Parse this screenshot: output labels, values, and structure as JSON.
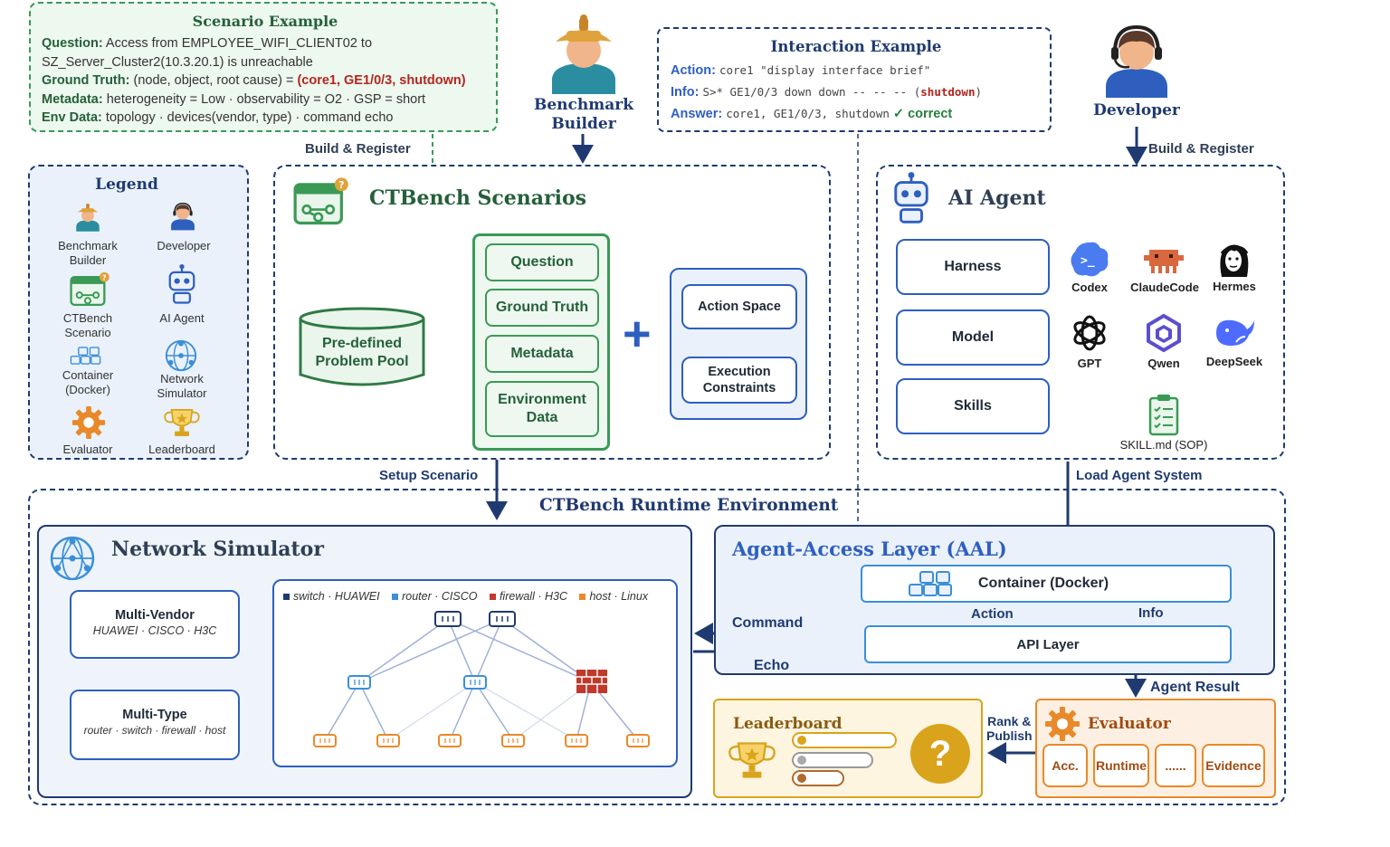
{
  "scenario_example": {
    "title": "Scenario Example",
    "question_key": "Question:",
    "question_text": "Access from EMPLOYEE_WIFI_CLIENT02 to",
    "question_text2": "SZ_Server_Cluster2(10.3.20.1) is unreachable",
    "ground_truth_key": "Ground Truth:",
    "ground_truth_text": "(node, object, root cause) =",
    "ground_truth_value": "(core1, GE1/0/3, shutdown)",
    "metadata_key": "Metadata:",
    "metadata_text": "heterogeneity = Low · observability = O2 · GSP = short",
    "env_key": "Env Data:",
    "env_text": "topology · devices(vendor, type) · command echo"
  },
  "interaction_example": {
    "title": "Interaction Example",
    "action_key": "Action:",
    "action_text": "core1 \"display interface brief\"",
    "info_key": "Info:",
    "info_text": "S>* GE1/0/3 down down -- -- -- (",
    "info_highlight": "shutdown",
    "info_close": ")",
    "answer_key": "Answer:",
    "answer_text": "core1, GE1/0/3, shutdown",
    "answer_check": "✓ correct"
  },
  "actors": {
    "benchmark_builder_line1": "Benchmark",
    "benchmark_builder_line2": "Builder",
    "developer": "Developer"
  },
  "flows": {
    "build_register_left": "Build & Register",
    "build_register_right": "Build & Register",
    "setup_scenario": "Setup Scenario",
    "load_agent_system": "Load Agent System",
    "command": "Command",
    "echo": "Echo",
    "action": "Action",
    "info": "Info",
    "agent_result": "Agent Result",
    "rank_publish_line1": "Rank &",
    "rank_publish_line2": "Publish"
  },
  "legend": {
    "title": "Legend",
    "items": [
      {
        "line1": "Benchmark",
        "line2": "Builder"
      },
      {
        "line1": "Developer",
        "line2": ""
      },
      {
        "line1": "CTBench",
        "line2": "Scenario"
      },
      {
        "line1": "AI Agent",
        "line2": ""
      },
      {
        "line1": "Container",
        "line2": "(Docker)"
      },
      {
        "line1": "Network",
        "line2": "Simulator"
      },
      {
        "line1": "Evaluator",
        "line2": ""
      },
      {
        "line1": "Leaderboard",
        "line2": ""
      }
    ]
  },
  "scenarios": {
    "title": "CTBench Scenarios",
    "pool_line1": "Pre-defined",
    "pool_line2": "Problem Pool",
    "fields": [
      "Question",
      "Ground Truth",
      "Metadata"
    ],
    "env_line1": "Environment",
    "env_line2": "Data",
    "plus": "+",
    "action_space": "Action Space",
    "exec_line1": "Execution",
    "exec_line2": "Constraints"
  },
  "agent": {
    "title": "AI Agent",
    "parts": [
      "Harness",
      "Model",
      "Skills"
    ],
    "logos": [
      "Codex",
      "ClaudeCode",
      "Hermes",
      "GPT",
      "Qwen",
      "DeepSeek"
    ],
    "skill_file": "SKILL.md (SOP)"
  },
  "runtime": {
    "title": "CTBench Runtime Environment",
    "simulator_title": "Network Simulator",
    "multi_vendor": "Multi-Vendor",
    "multi_vendor_sub": "HUAWEI · CISCO · H3C",
    "multi_type": "Multi-Type",
    "multi_type_sub": "router · switch · firewall · host",
    "topo_legend": [
      {
        "label": "switch · HUAWEI",
        "color": "#1f3a70"
      },
      {
        "label": "router · CISCO",
        "color": "#3a8fd8"
      },
      {
        "label": "firewall · H3C",
        "color": "#c0392b"
      },
      {
        "label": "host · Linux",
        "color": "#e8892a"
      }
    ],
    "aal_title": "Agent-Access Layer (AAL)",
    "container": "Container (Docker)",
    "api_layer": "API Layer",
    "leaderboard_title": "Leaderboard",
    "leaderboard_mark": "?",
    "evaluator_title": "Evaluator",
    "metrics": [
      "Acc.",
      "Runtime",
      "......",
      "Evidence"
    ]
  },
  "colors": {
    "navy": "#1f3a70",
    "green": "#3a9a55",
    "blue": "#2e5fbf",
    "orange": "#e8892a",
    "gold": "#d9a31c",
    "red": "#c0392b"
  }
}
